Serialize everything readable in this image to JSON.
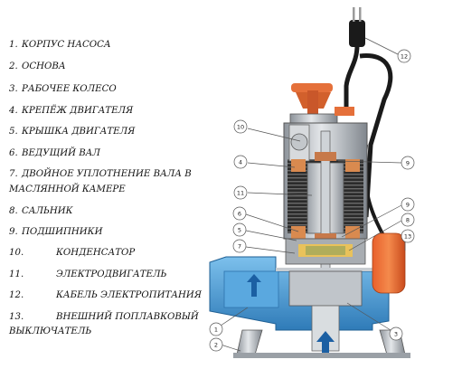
{
  "legend": [
    {
      "num": "1.",
      "text": "КОРПУС НАСОСА"
    },
    {
      "num": "2.",
      "text": "ОСНОВА"
    },
    {
      "num": "3.",
      "text": "РАБОЧЕЕ КОЛЕСО"
    },
    {
      "num": "4.",
      "text": "КРЕПЁЖ ДВИГАТЕЛЯ"
    },
    {
      "num": "5.",
      "text": "КРЫШКА ДВИГАТЕЛЯ"
    },
    {
      "num": "6.",
      "text": "ВЕДУЩИЙ ВАЛ"
    },
    {
      "num": "7.",
      "text": "ДВОЙНОЕ УПЛОТНЕНИЕ ВАЛА В",
      "text2": "МАСЛЯННОЙ КАМЕРЕ"
    },
    {
      "num": "8.",
      "text": "САЛЬНИК"
    },
    {
      "num": "9.",
      "text": "ПОДШИПНИКИ"
    },
    {
      "num": "10.",
      "text": "КОНДЕНСАТОР"
    },
    {
      "num": "11.",
      "text": "ЭЛЕКТРОДВИГАТЕЛЬ"
    },
    {
      "num": "12.",
      "text": "КАБЕЛЬ ЭЛЕКТРОПИТАНИЯ"
    },
    {
      "num": "13.",
      "text": "ВНЕШНИЙ ПОПЛАВКОВЫЙ",
      "text2": "ВЫКЛЮЧАТЕЛЬ"
    }
  ],
  "callouts": {
    "c12": "12",
    "c10": "10",
    "c4": "4",
    "c9a": "9",
    "c11": "11",
    "c6": "6",
    "c5": "5",
    "c7": "7",
    "c9b": "9",
    "c8": "8",
    "c13": "13",
    "c1": "1",
    "c3": "3",
    "c2": "2"
  },
  "colors": {
    "blue_body": "#4f9fd6",
    "blue_dark": "#2d73ad",
    "metal": "#b8bcc2",
    "metal_dark": "#6d7278",
    "orange": "#e5703a",
    "copper": "#d98a4f",
    "black": "#1a1a1a"
  }
}
